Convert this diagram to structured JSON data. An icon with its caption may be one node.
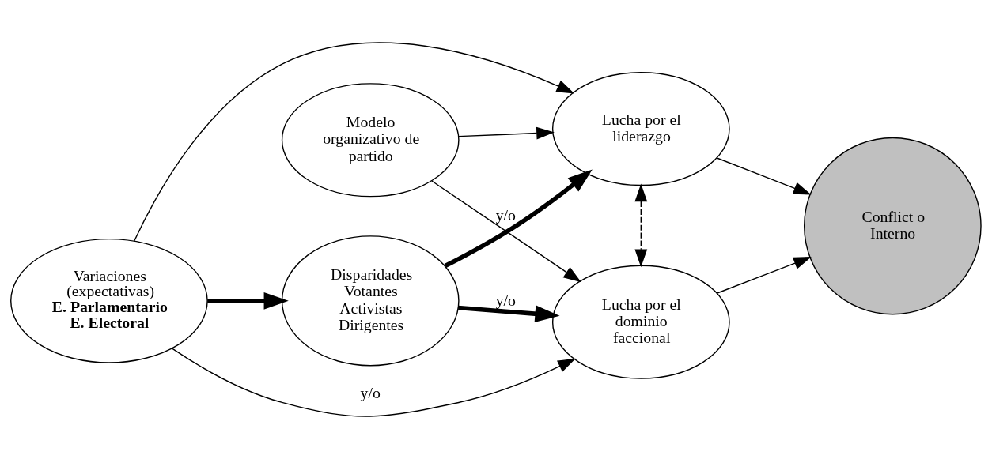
{
  "diagram": {
    "nodes": [
      {
        "text": [
          "Variaciones (expectativas)",
          "E. Parlamentario E. Electoral"
        ]
      },
      {
        "text": [
          "Disparidades Votantes Activistas Dirigentes"
        ]
      },
      {
        "text": [
          "Lucha por el liderazgo"
        ]
      },
      {
        "text": [
          "Modelo organizativo de partido"
        ]
      },
      {
        "text": [
          "Lucha por el dominio faccional"
        ]
      },
      {
        "text": [
          "Conflict o Interno"
        ]
      }
    ],
    "edges": [
      {
        "from": 0,
        "to": 2,
        "arrow": "to"
      },
      {
        "from": 0,
        "to": 4,
        "arrow": "to",
        "label": "y/o"
      },
      {
        "from": 0,
        "to": 1,
        "arrow": "to",
        "style": "thick"
      },
      {
        "from": 1,
        "to": 2,
        "arrow": "to",
        "style": "thick"
      },
      {
        "from": 1,
        "to": 4,
        "arrow": "to",
        "style": "thick",
        "label": "y/o"
      },
      {
        "from": 3,
        "to": 2,
        "arrow": "to"
      },
      {
        "from": 3,
        "to": 4,
        "arrow": "to",
        "label": "y/o"
      },
      {
        "from": 2,
        "to": 4,
        "arrow": "both",
        "style": "dashed"
      },
      {
        "from": 2,
        "to": 5,
        "arrow": "to"
      },
      {
        "from": 4,
        "to": 5,
        "arrow": "to"
      }
    ]
  }
}
